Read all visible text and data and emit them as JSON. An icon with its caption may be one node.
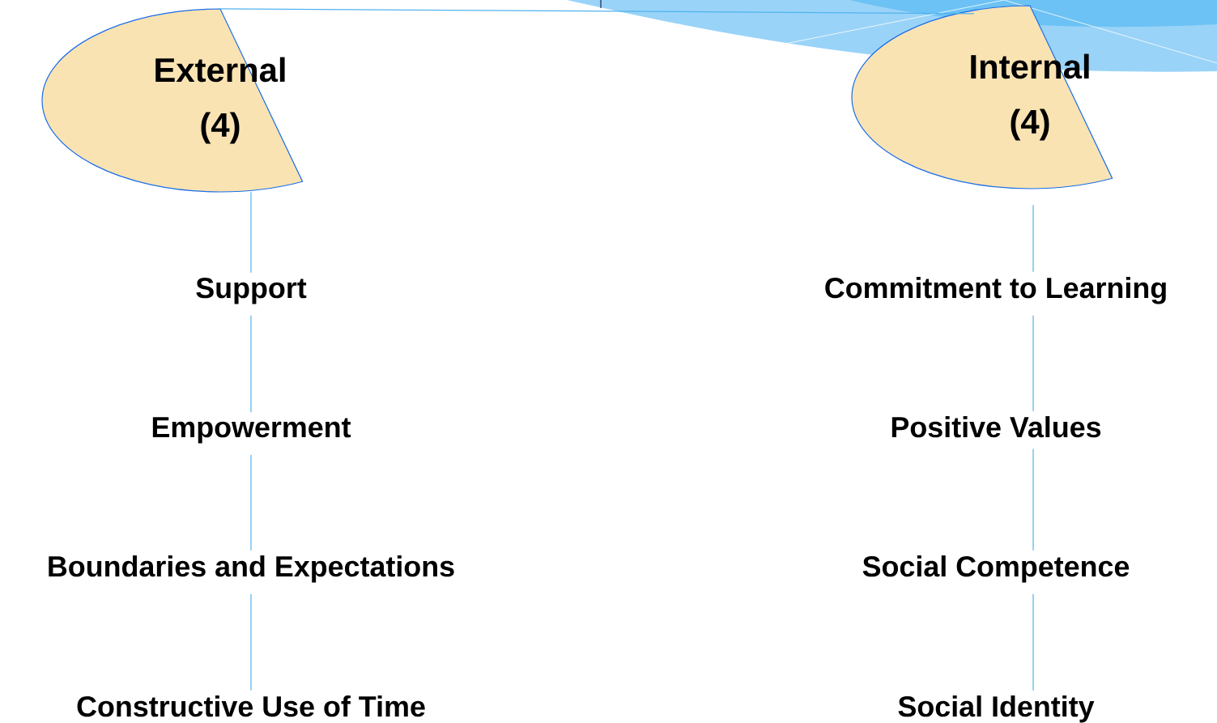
{
  "diagram": {
    "nodes": [
      {
        "text": [
          "External",
          "(4)"
        ]
      },
      {
        "text": [
          "Internal",
          "(4)"
        ]
      },
      {
        "text": [
          "Support"
        ]
      },
      {
        "text": [
          "Empowerment"
        ]
      },
      {
        "text": [
          "Boundaries and Expectations"
        ]
      },
      {
        "text": [
          "Constructive Use of Time"
        ]
      },
      {
        "text": [
          "Commitment to Learning"
        ]
      },
      {
        "text": [
          "Positive Values"
        ]
      },
      {
        "text": [
          "Social Competence"
        ]
      },
      {
        "text": [
          "Social Identity"
        ]
      }
    ],
    "edges": [
      {
        "from": 0,
        "to": 1,
        "arrow": "none"
      },
      {
        "from": 0,
        "to": 2,
        "arrow": "none"
      },
      {
        "from": 2,
        "to": 3,
        "arrow": "none"
      },
      {
        "from": 3,
        "to": 4,
        "arrow": "none"
      },
      {
        "from": 4,
        "to": 5,
        "arrow": "none"
      },
      {
        "from": 1,
        "to": 6,
        "arrow": "none"
      },
      {
        "from": 6,
        "to": 7,
        "arrow": "none"
      },
      {
        "from": 7,
        "to": 8,
        "arrow": "none"
      },
      {
        "from": 8,
        "to": 9,
        "arrow": "none"
      }
    ]
  }
}
